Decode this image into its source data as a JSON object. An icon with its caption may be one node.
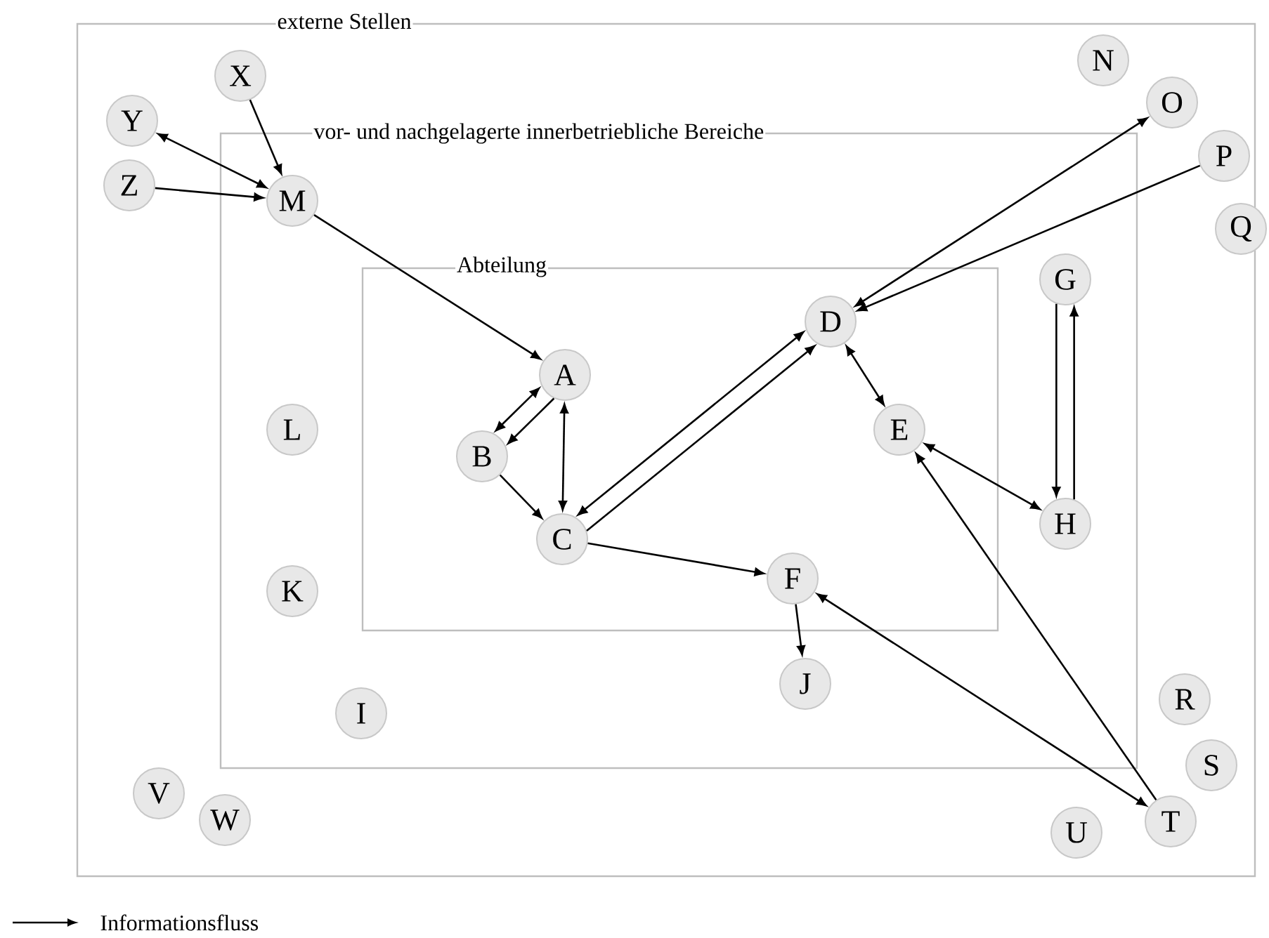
{
  "diagram": {
    "nodes": [
      {
        "text": [
          "externe Stellen"
        ]
      },
      {
        "text": [
          "vor- und nachgelagerte innerbetriebliche Bereiche"
        ],
        "in": 0
      },
      {
        "text": [
          "Abteilung"
        ],
        "in": 1
      },
      {
        "text": [
          "A"
        ],
        "in": 2
      },
      {
        "text": [
          "B"
        ],
        "in": 2
      },
      {
        "text": [
          "C"
        ],
        "in": 2
      },
      {
        "text": [
          "D"
        ],
        "in": 2
      },
      {
        "text": [
          "E"
        ],
        "in": 2
      },
      {
        "text": [
          "F"
        ],
        "in": 2
      },
      {
        "text": [
          "G"
        ],
        "in": 1
      },
      {
        "text": [
          "H"
        ],
        "in": 1
      },
      {
        "text": [
          "I"
        ],
        "in": 1
      },
      {
        "text": [
          "J"
        ],
        "in": 1
      },
      {
        "text": [
          "K"
        ],
        "in": 1
      },
      {
        "text": [
          "L"
        ],
        "in": 1
      },
      {
        "text": [
          "M"
        ],
        "in": 1
      },
      {
        "text": [
          "N"
        ],
        "in": 0
      },
      {
        "text": [
          "O"
        ],
        "in": 0
      },
      {
        "text": [
          "P"
        ],
        "in": 0
      },
      {
        "text": [
          "Q"
        ]
      },
      {
        "text": [
          "R"
        ],
        "in": 0
      },
      {
        "text": [
          "S"
        ],
        "in": 0
      },
      {
        "text": [
          "T"
        ],
        "in": 0
      },
      {
        "text": [
          "U"
        ],
        "in": 0
      },
      {
        "text": [
          "V"
        ],
        "in": 0
      },
      {
        "text": [
          "W"
        ],
        "in": 0
      },
      {
        "text": [
          "X"
        ],
        "in": 0
      },
      {
        "text": [
          "Y"
        ],
        "in": 0
      },
      {
        "text": [
          "Z"
        ],
        "in": 0
      }
    ],
    "edges": [
      {
        "from": 26,
        "to": 15,
        "arrow": "to"
      },
      {
        "from": 27,
        "to": 15,
        "arrow": "both"
      },
      {
        "from": 28,
        "to": 15,
        "arrow": "to"
      },
      {
        "from": 15,
        "to": 3,
        "arrow": "to"
      },
      {
        "from": 3,
        "to": 4,
        "arrow": "both"
      },
      {
        "from": 3,
        "to": 4,
        "arrow": "to"
      },
      {
        "from": 3,
        "to": 5,
        "arrow": "both"
      },
      {
        "from": 4,
        "to": 5,
        "arrow": "to"
      },
      {
        "from": 5,
        "to": 6,
        "arrow": "to"
      },
      {
        "from": 5,
        "to": 6,
        "arrow": "both"
      },
      {
        "from": 6,
        "to": 17,
        "arrow": "both"
      },
      {
        "from": 18,
        "to": 6,
        "arrow": "to"
      },
      {
        "from": 6,
        "to": 7,
        "arrow": "both"
      },
      {
        "from": 7,
        "to": 10,
        "arrow": "both"
      },
      {
        "from": 9,
        "to": 10,
        "arrow": "to"
      },
      {
        "from": 10,
        "to": 9,
        "arrow": "to"
      },
      {
        "from": 5,
        "to": 8,
        "arrow": "to"
      },
      {
        "from": 8,
        "to": 12,
        "arrow": "to"
      },
      {
        "from": 8,
        "to": 22,
        "arrow": "both"
      },
      {
        "from": 22,
        "to": 7,
        "arrow": "to"
      }
    ],
    "legend": [
      {
        "text": "Informationsfluss"
      }
    ]
  }
}
